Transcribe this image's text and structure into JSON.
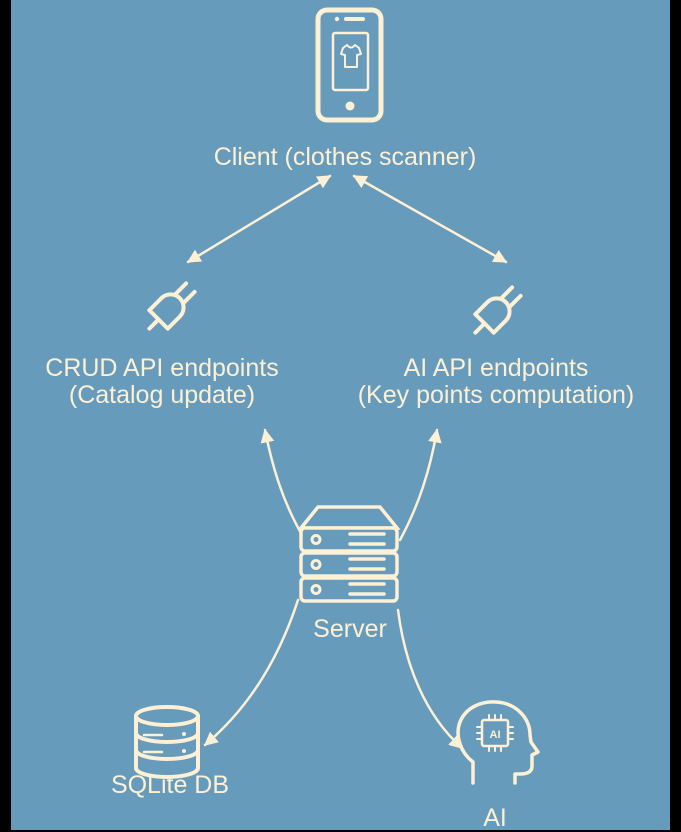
{
  "colors": {
    "background": "#669bbc",
    "foreground": "#fdf0d5",
    "frame": "#000000"
  },
  "nodes": {
    "client": {
      "label": "Client (clothes scanner)",
      "icon": "smartphone-shirt-icon"
    },
    "crud_api": {
      "line1": "CRUD API endpoints",
      "line2": "(Catalog update)",
      "icon": "plug-icon"
    },
    "ai_api": {
      "line1": "AI API endpoints",
      "line2": "(Key points computation)",
      "icon": "plug-icon"
    },
    "server": {
      "label": "Server",
      "icon": "server-rack-icon"
    },
    "db": {
      "label": "SQLite DB",
      "icon": "database-icon"
    },
    "ai": {
      "label": "AI",
      "icon": "ai-head-icon"
    }
  },
  "edges": [
    {
      "from": "client",
      "to": "crud_api",
      "direction": "both"
    },
    {
      "from": "client",
      "to": "ai_api",
      "direction": "both"
    },
    {
      "from": "server",
      "to": "crud_api",
      "direction": "to"
    },
    {
      "from": "server",
      "to": "ai_api",
      "direction": "to"
    },
    {
      "from": "server",
      "to": "db",
      "direction": "to"
    },
    {
      "from": "server",
      "to": "ai",
      "direction": "to"
    }
  ]
}
